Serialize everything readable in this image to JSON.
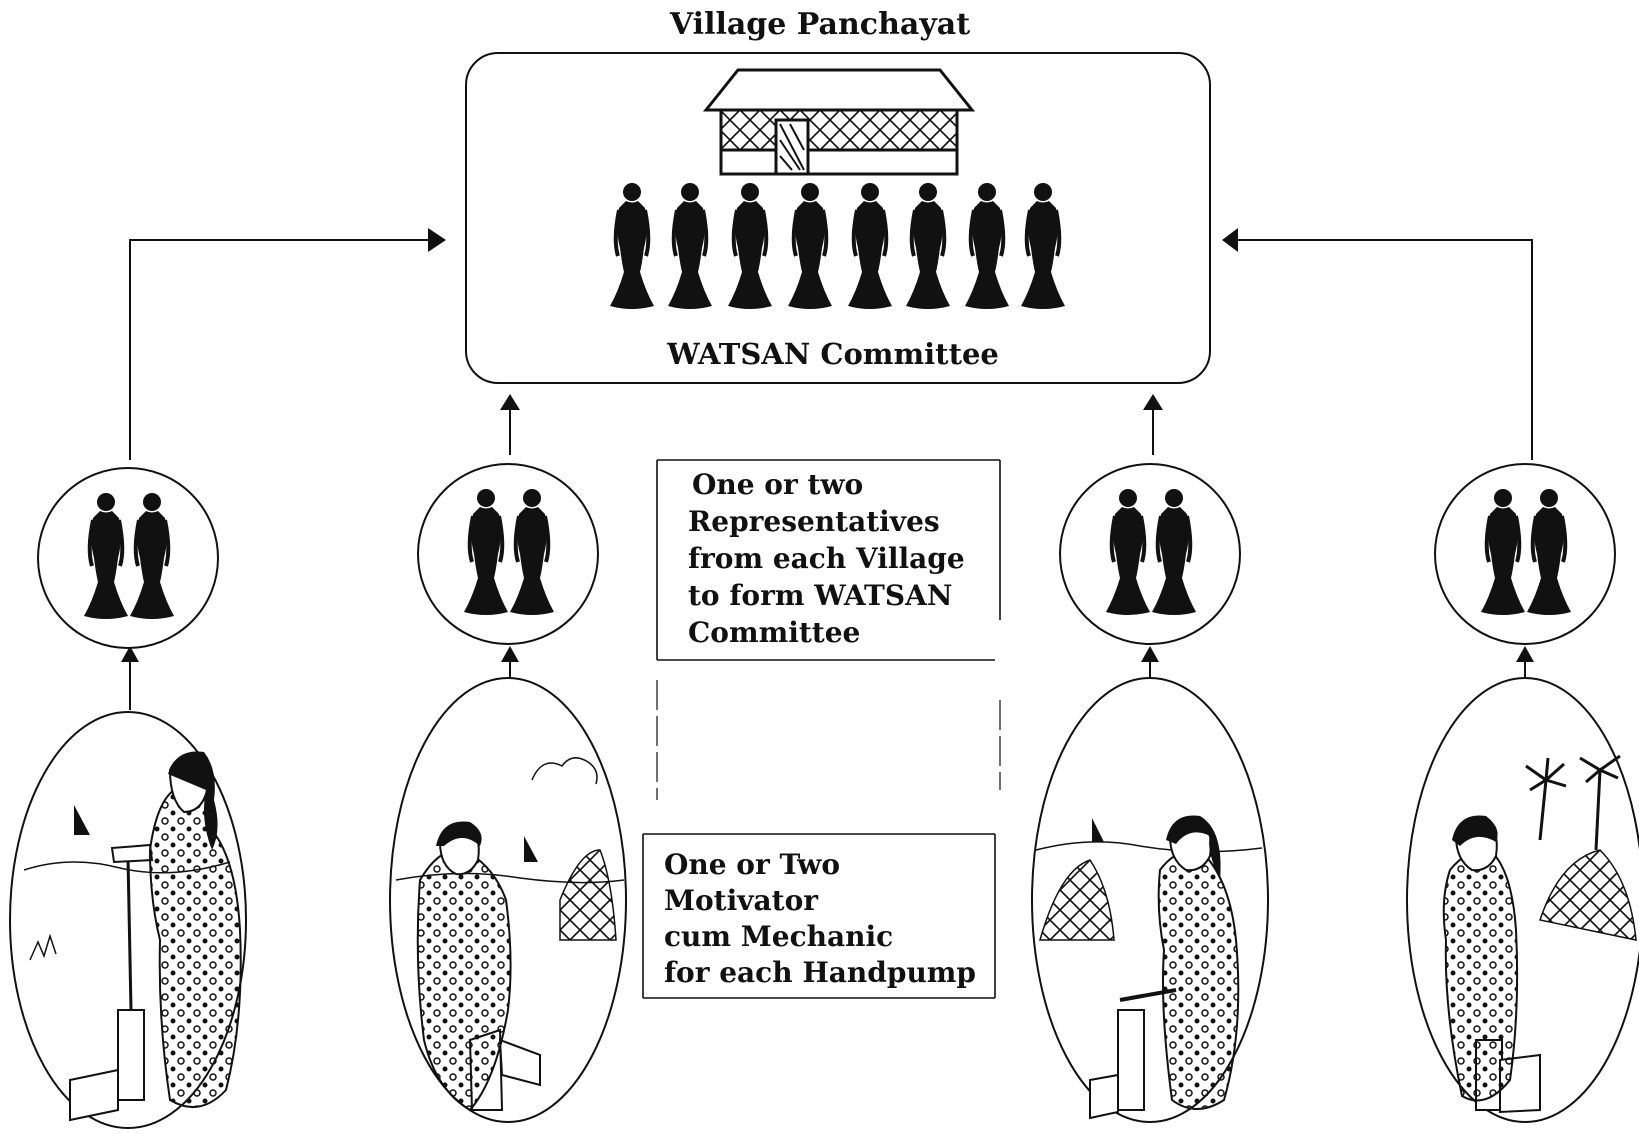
{
  "panchayat": {
    "title": "Village Panchayat",
    "committee_label": "WATSAN Committee"
  },
  "notes": {
    "representatives": [
      "One or two",
      "Representatives",
      "from each Village",
      "to form WATSAN",
      "Committee"
    ],
    "motivators": [
      "One or Two",
      "Motivator",
      "cum Mechanic",
      "for each Handpump"
    ]
  },
  "committee_member_count": 8,
  "village_groups": [
    {
      "icon": "two-women-icon",
      "scene": "woman-at-handpump-icon"
    },
    {
      "icon": "two-women-icon",
      "scene": "woman-at-handpump-icon"
    },
    {
      "icon": "two-women-icon",
      "scene": "woman-at-handpump-icon"
    },
    {
      "icon": "two-women-icon",
      "scene": "woman-at-handpump-icon"
    }
  ]
}
